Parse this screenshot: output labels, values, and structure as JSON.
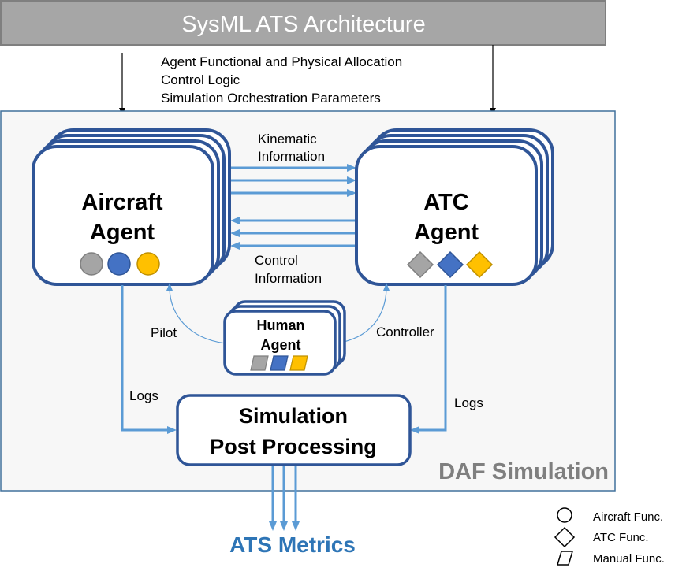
{
  "header": {
    "title": "SysML ATS Architecture",
    "flow_labels": [
      "Agent Functional and Physical Allocation",
      "Control Logic",
      "Simulation  Orchestration Parameters"
    ]
  },
  "simulation": {
    "title": "DAF Simulation",
    "aircraft_agent": {
      "line1": "Aircraft",
      "line2": "Agent"
    },
    "atc_agent": {
      "line1": "ATC",
      "line2": "Agent"
    },
    "human_agent": {
      "line1": "Human",
      "line2": "Agent"
    },
    "post_processing": {
      "line1": "Simulation",
      "line2": "Post Processing"
    },
    "kinematic_label": {
      "line1": "Kinematic",
      "line2": "Information"
    },
    "control_label": {
      "line1": "Control",
      "line2": "Information"
    },
    "pilot_label": "Pilot",
    "controller_label": "Controller",
    "logs_left": "Logs",
    "logs_right": "Logs"
  },
  "output": {
    "label": "ATS Metrics"
  },
  "legend": {
    "items": [
      {
        "shape": "circle-icon",
        "label": "Aircraft Func."
      },
      {
        "shape": "diamond-icon",
        "label": "ATC Func."
      },
      {
        "shape": "parallelogram-icon",
        "label": "Manual Func."
      }
    ]
  },
  "colors": {
    "banner_fill": "#a6a6a6",
    "banner_stroke": "#7f7f7f",
    "panel_fill": "#f7f7f7",
    "panel_stroke": "#41719c",
    "agent_stroke": "#2f5597",
    "flow_blue": "#5b9bd5",
    "metrics_blue": "#2e75b6",
    "func_gray": "#a5a5a5",
    "func_blue": "#4472c4",
    "func_gold": "#ffc000",
    "daf_text": "#7f7f7f"
  }
}
